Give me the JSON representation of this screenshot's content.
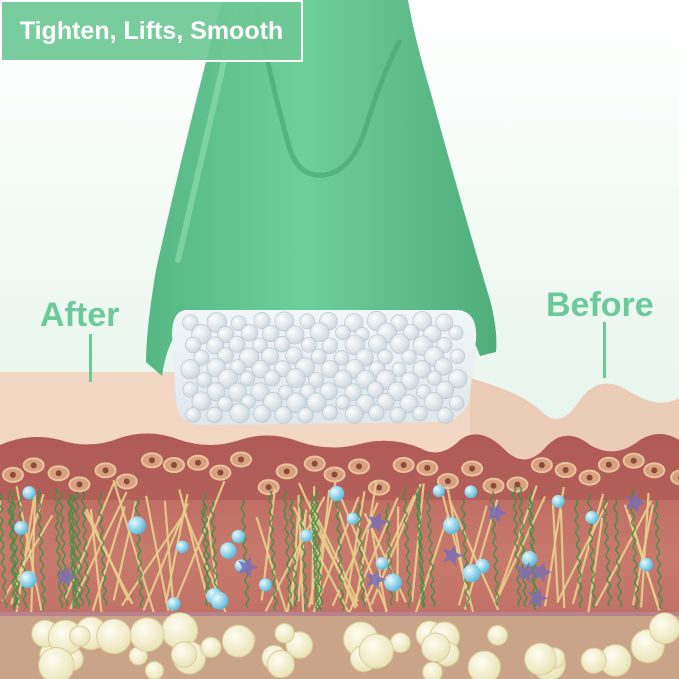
{
  "headline": "Tighten, Lifts, Smooth",
  "labels": {
    "after": "After",
    "before": "Before"
  },
  "colors": {
    "roller_green": "#6cc99a",
    "background_top": "#ffffff",
    "background_mint": "#e4f4e9",
    "epidermis": "#f3d9c6",
    "dermis": "#c4726a",
    "fat_cells": "#f4f1cf"
  },
  "icons": {
    "roller": "ice-roller-icon",
    "skin": "skin-layers-icon"
  }
}
